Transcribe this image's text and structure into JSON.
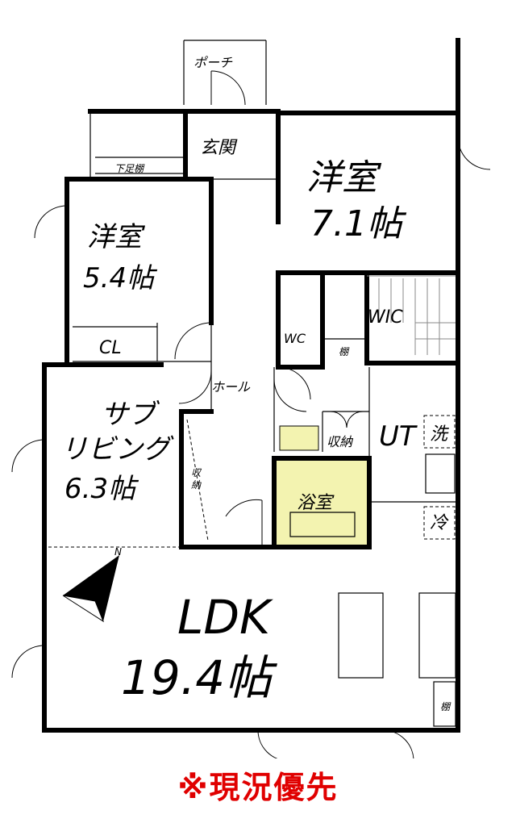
{
  "rooms": {
    "porch": "ポーチ",
    "entrance": "玄関",
    "shoe_shelf": "下足棚",
    "western1_name": "洋室",
    "western1_size": "7.1帖",
    "western2_name": "洋室",
    "western2_size": "5.4帖",
    "closet": "CL",
    "toilet": "WC",
    "wic": "WIC",
    "shelf1": "棚",
    "hall": "ホール",
    "sub_living_1": "サブ",
    "sub_living_2": "リビング",
    "sub_living_size": "6.3帖",
    "storage1_a": "収",
    "storage1_b": "納",
    "storage2": "収納",
    "utility": "UT",
    "washer": "洗",
    "bath": "浴室",
    "fridge": "冷",
    "ldk_name": "LDK",
    "ldk_size": "19.4帖",
    "shelf2": "棚",
    "north": "N"
  },
  "note": "※現況優先",
  "colors": {
    "note": "#e00000",
    "bath_fill": "#f3f3b0"
  }
}
